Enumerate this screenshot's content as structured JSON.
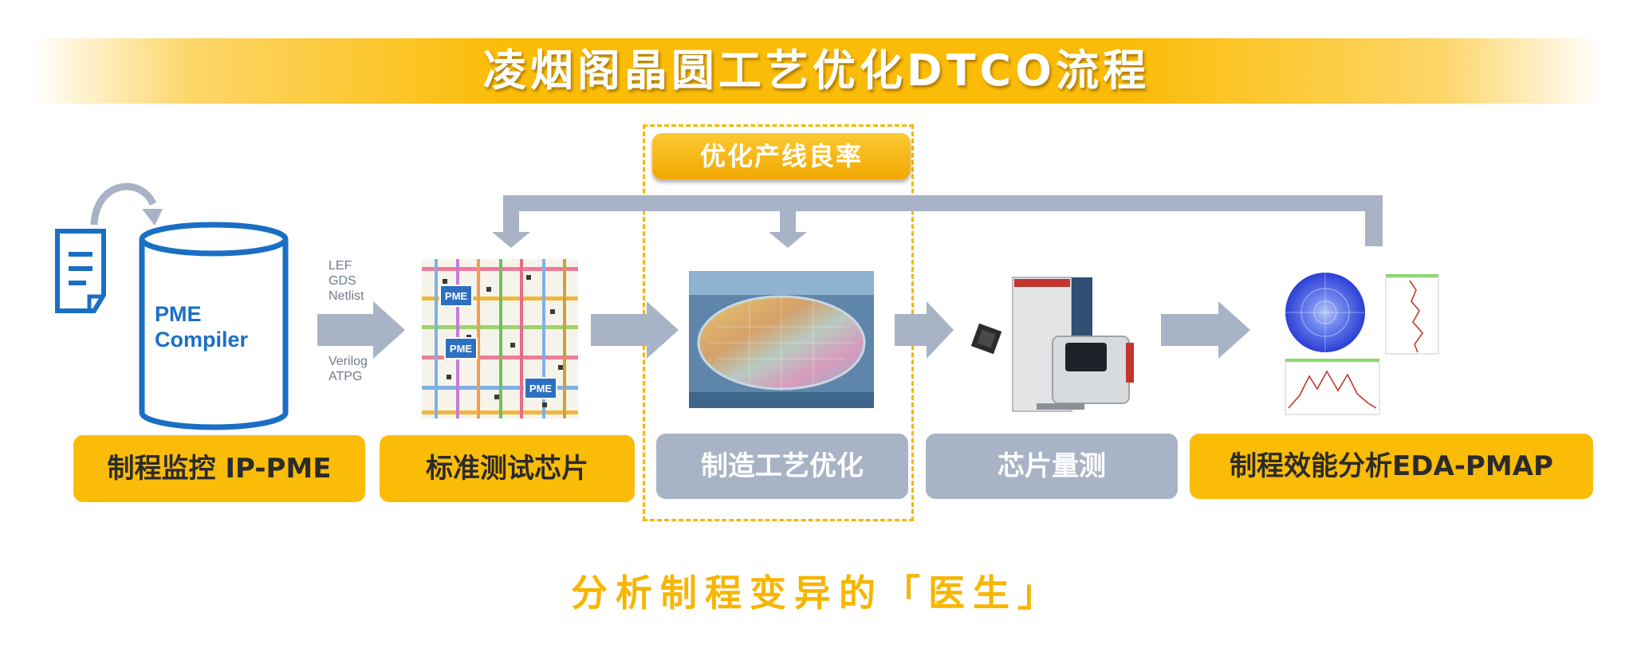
{
  "title": "凌烟阁晶圆工艺优化DTCO流程",
  "feedback_badge": "优化产线良率",
  "cylinder_text": [
    "PME",
    "Compiler"
  ],
  "file_labels_top": [
    "LEF",
    "GDS",
    "Netlist"
  ],
  "file_labels_bottom": [
    "Verilog",
    "ATPG"
  ],
  "layout_tags": [
    "PME",
    "PME",
    "PME"
  ],
  "steps": [
    {
      "label": "制程监控 IP-PME"
    },
    {
      "label": "标准测试芯片"
    },
    {
      "label": "制造工艺优化"
    },
    {
      "label": "芯片量测"
    },
    {
      "label": "制程效能分析EDA-PMAP"
    }
  ],
  "colors": {
    "accent": "#fbbc07",
    "gray": "#a8b3c5",
    "blue": "#1a6fc4"
  },
  "footer": "分析制程变异的「医生」"
}
